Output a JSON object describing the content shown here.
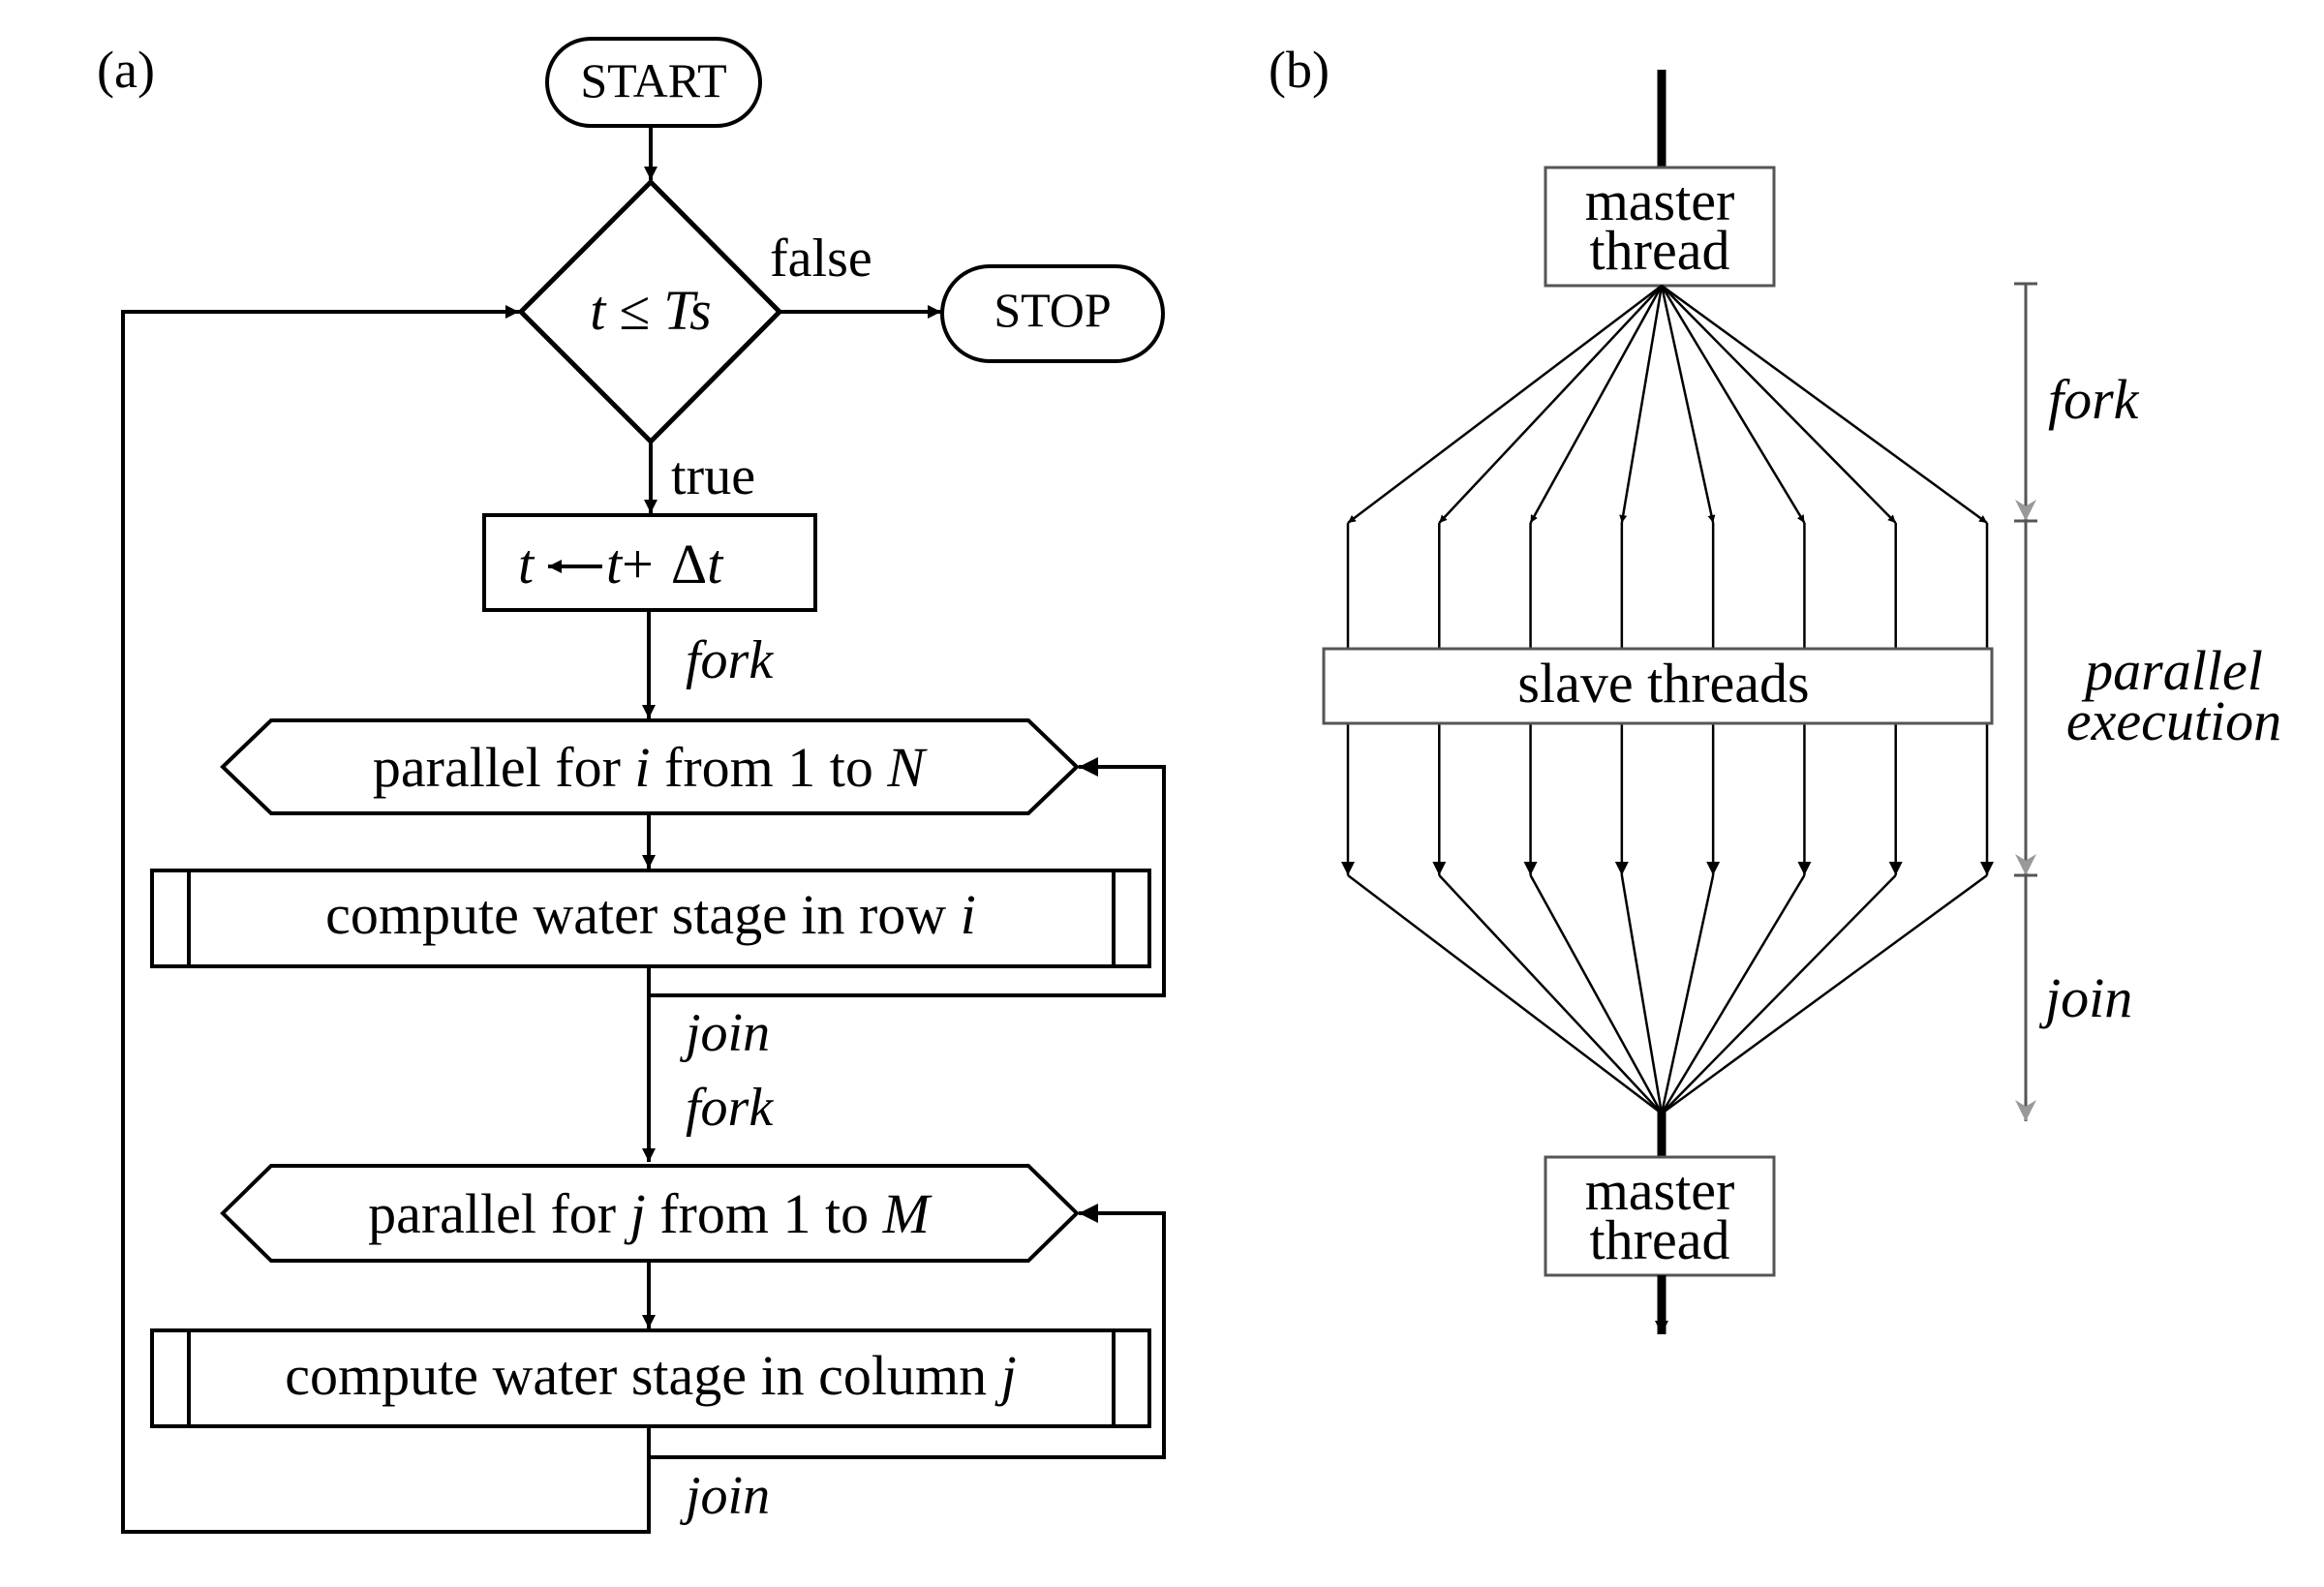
{
  "panel_a": {
    "label": "(a)",
    "start": "START",
    "stop": "STOP",
    "decision": {
      "t": "t",
      "le": "≤",
      "ts": "Ts"
    },
    "false_label": "false",
    "true_label": "true",
    "update": {
      "t1": "t",
      "t2": "t",
      "plus": "+",
      "delta": "Δ",
      "t3": "t"
    },
    "fork1": "fork",
    "loop_i": {
      "prefix": "parallel for ",
      "var": "i",
      "middle": " from 1 to ",
      "bound": "N"
    },
    "compute_row": {
      "prefix": "compute water stage in row ",
      "var": "i"
    },
    "join1": "join",
    "fork2": "fork",
    "loop_j": {
      "prefix": "parallel for ",
      "var": "j",
      "middle": " from 1 to ",
      "bound": "M"
    },
    "compute_col": {
      "prefix": "compute water stage in column ",
      "var": "j"
    },
    "join2": "join"
  },
  "panel_b": {
    "label": "(b)",
    "master_top": [
      "master",
      "thread"
    ],
    "slave": "slave threads",
    "master_bottom": [
      "master",
      "thread"
    ],
    "phase_fork": "fork",
    "phase_parallel": [
      "parallel",
      "execution"
    ],
    "phase_join": "join",
    "thread_count": 8
  }
}
